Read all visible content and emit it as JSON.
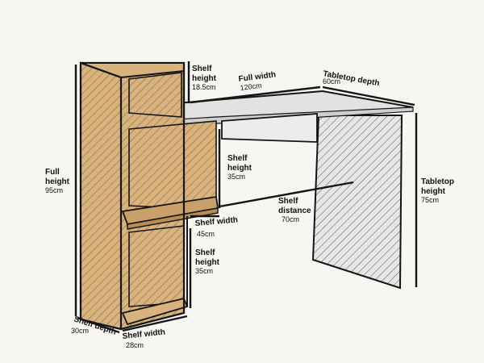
{
  "colors": {
    "background": "#f7f6f2",
    "wood": "#d9b37d",
    "wood_dark": "#b98c52",
    "tabletop": "#e2e3e0",
    "leg": "#e6e6e6",
    "line": "#151515"
  },
  "dimensions": {
    "shelf_height_top": {
      "label": "Shelf height",
      "value": "18.5cm"
    },
    "full_width": {
      "label": "Full width",
      "value": "120cm"
    },
    "tabletop_depth": {
      "label": "Tabletop depth",
      "value": "60cm"
    },
    "full_height": {
      "label": "Full height",
      "value": "95cm"
    },
    "shelf_height_mid": {
      "label": "Shelf height",
      "value": "35cm"
    },
    "tabletop_height": {
      "label": "Tabletop height",
      "value": "75cm"
    },
    "shelf_distance": {
      "label": "Shelf distance",
      "value": "70cm"
    },
    "shelf_width_mid": {
      "label": "Shelf width",
      "value": "45cm"
    },
    "shelf_height_low": {
      "label": "Shelf height",
      "value": "35cm"
    },
    "shelf_depth": {
      "label": "Shelf depth",
      "value": "30cm"
    },
    "shelf_width_bottom": {
      "label": "Shelf width",
      "value": "28cm"
    }
  }
}
